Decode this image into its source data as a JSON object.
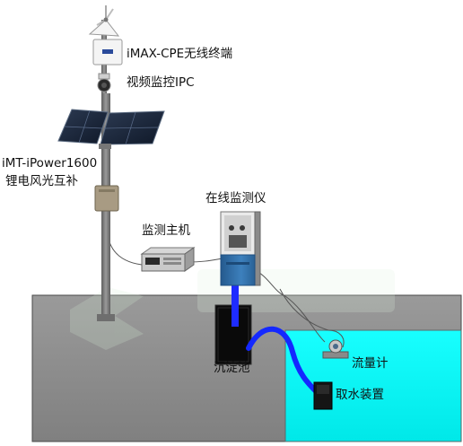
{
  "labels": {
    "cpe": "iMAX-CPE无线终端",
    "ipc": "视频监控IPC",
    "power_line1": "iMT-iPower1600",
    "power_line2": "锂电风光互补",
    "analyzer": "在线监测仪",
    "host": "监测主机",
    "tank": "沉淀池",
    "flowmeter": "流量计",
    "intake": "取水装置"
  },
  "colors": {
    "ground": "#8f8f8f",
    "water": "#00f4f4",
    "pipe": "#1428ff",
    "pole": "#7a7a7a",
    "cabinet": "#2f6fa8",
    "tank": "#0a0a0a"
  }
}
